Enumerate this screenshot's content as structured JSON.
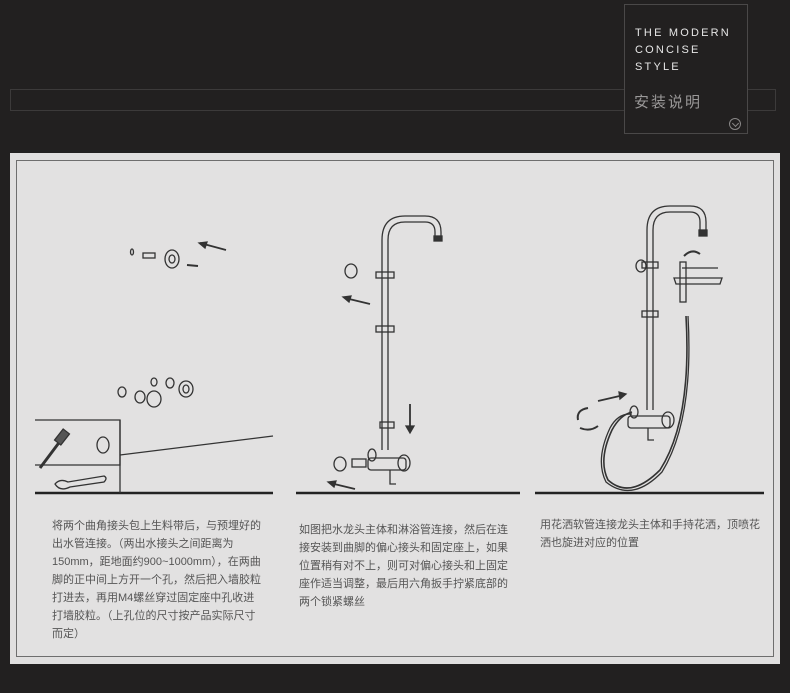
{
  "header": {
    "title_en_lines": [
      "THE MODERN",
      "CONCISE",
      "STYLE"
    ],
    "title_cn": "安装说明",
    "scroll_icon": "chevron-circle-down-icon"
  },
  "steps": [
    {
      "caption": "将两个曲角接头包上生料带后，与预埋好的出水管连接。（两出水接头之间距离为150mm，距地面约900~1000mm），在两曲脚的正中间上方开一个孔，然后把入墙胶粒打进去，再用M4螺丝穿过固定座中孔收进打墙胶粒。（上孔位的尺寸按产品实际尺寸而定）"
    },
    {
      "caption": "如图把水龙头主体和淋浴管连接，然后在连接安装到曲脚的偏心接头和固定座上，如果位置稍有对不上，则可对偏心接头和上固定座作适当调整，最后用六角扳手拧紧底部的两个锁紧螺丝"
    },
    {
      "caption": "用花洒软管连接龙头主体和手持花洒，顶喷花洒也旋进对应的位置"
    }
  ],
  "colors": {
    "background": "#222020",
    "panel": "#e2e1e1",
    "line": "#3a3a3a"
  }
}
